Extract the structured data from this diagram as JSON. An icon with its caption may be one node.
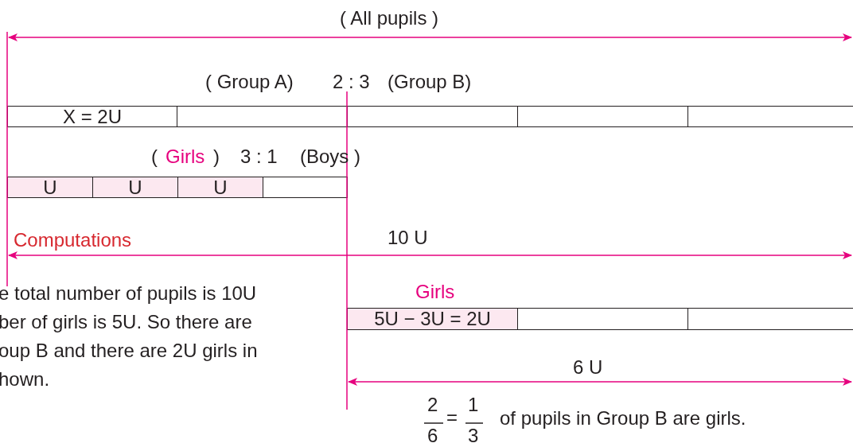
{
  "diagram": {
    "nodes": [
      {
        "text": [
          "X = 2U"
        ]
      },
      {
        "text": [],
        "shape": "box"
      },
      {
        "text": [],
        "shape": "box"
      },
      {
        "text": [],
        "shape": "box"
      },
      {
        "text": [],
        "shape": "box"
      },
      {
        "text": [
          "U"
        ]
      },
      {
        "text": [
          "U"
        ]
      },
      {
        "text": [
          "U"
        ]
      },
      {
        "text": [],
        "shape": "box"
      },
      {
        "text": [
          "5U − 3U = 2U"
        ],
        "beside": [
          "Girls"
        ]
      },
      {
        "text": [],
        "shape": "box"
      },
      {
        "text": [],
        "shape": "box"
      }
    ],
    "edges": [],
    "labels": [
      "( All pupils )",
      "( Group A)",
      "2 : 3",
      "(Group B)",
      "(",
      "Girls",
      ")",
      "3 : 1",
      "(Boys )",
      "Computations",
      "10 U",
      "e total number of pupils is 10U",
      "ber of girls is 5U. So there are",
      "oup B and there are 2U girls in",
      "hown.",
      "6 U",
      "2",
      "=",
      "1",
      "of pupils in Group B are girls.",
      "6",
      "3"
    ]
  }
}
